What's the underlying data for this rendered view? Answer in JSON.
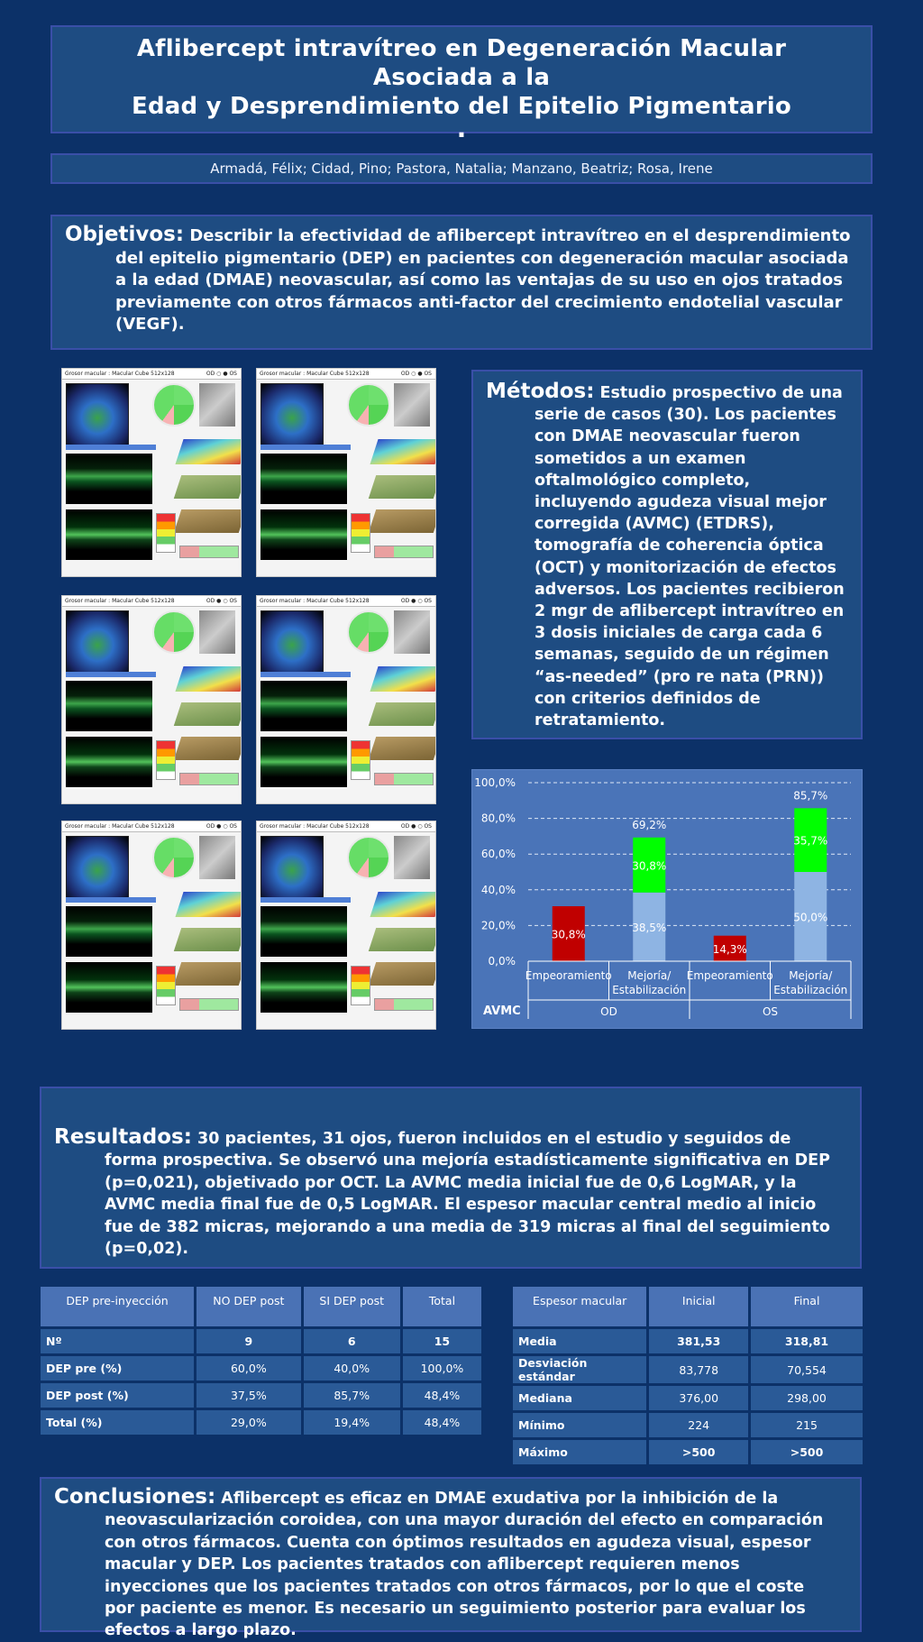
{
  "title": {
    "line1": "Aflibercept intravítreo en Degeneración Macular Asociada a la",
    "line2": "Edad y Desprendimiento del Epitelio Pigmentario",
    "dot": "."
  },
  "authors": "Armadá, Félix; Cidad, Pino; Pastora, Natalia; Manzano, Beatriz; Rosa, Irene",
  "objetivos": {
    "lead": "Objetivos:",
    "text": "Describir la efectividad de aflibercept intravítreo en el desprendimiento del epitelio pigmentario (DEP) en pacientes con degeneración macular asociada a la edad (DMAE) neovascular, así como las ventajas de su uso en ojos tratados previamente con otros fármacos anti-factor del crecimiento endotelial vascular (VEGF)."
  },
  "metodos": {
    "lead": "Métodos:",
    "text": "Estudio prospectivo de una serie de casos (30). Los pacientes con DMAE neovascular fueron sometidos a un examen oftalmológico completo, incluyendo agudeza visual mejor corregida (AVMC) (ETDRS), tomografía de coherencia óptica (OCT) y monitorización de efectos adversos. Los pacientes recibieron 2 mgr de aflibercept intravítreo en 3 dosis iniciales de carga cada 6 semanas, seguido de un régimen “as-needed” (pro re nata (PRN)) con criterios definidos de retratamiento."
  },
  "oct_images": [
    {
      "header": "Grosor macular : Macular Cube 512x128",
      "eye": "OD ○ ● OS"
    },
    {
      "header": "Grosor macular : Macular Cube 512x128",
      "eye": "OD ○ ● OS"
    },
    {
      "header": "Grosor macular : Macular Cube 512x128",
      "eye": "OD ● ○ OS"
    },
    {
      "header": "Grosor macular : Macular Cube 512x128",
      "eye": "OD ● ○ OS"
    },
    {
      "header": "Grosor macular : Macular Cube 512x128",
      "eye": "OD ● ○ OS"
    },
    {
      "header": "Grosor macular : Macular Cube 512x128",
      "eye": "OD ● ○ OS"
    }
  ],
  "chart_data": {
    "type": "bar",
    "stacked": true,
    "ylim": [
      0,
      100
    ],
    "yticks": [
      "0,0%",
      "20,0%",
      "40,0%",
      "60,0%",
      "80,0%",
      "100,0%"
    ],
    "grid": true,
    "axis_corner_label": "AVMC",
    "groups": [
      "OD",
      "OS"
    ],
    "categories": [
      "Empeoramiento",
      "Mejoría/ Estabilización",
      "Empeoramiento",
      "Mejoría/ Estabilización"
    ],
    "bars": [
      {
        "category": "Empeoramiento",
        "group": "OD",
        "segments": [
          {
            "value": 30.8,
            "label": "30,8%",
            "color": "#c00000"
          }
        ],
        "total_label": ""
      },
      {
        "category": "Mejoría/ Estabilización",
        "group": "OD",
        "segments": [
          {
            "value": 38.5,
            "label": "38,5%",
            "color": "#8eb4e3"
          },
          {
            "value": 30.8,
            "label": "30,8%",
            "color": "#00ff00"
          }
        ],
        "total_label": "69,2%"
      },
      {
        "category": "Empeoramiento",
        "group": "OS",
        "segments": [
          {
            "value": 14.3,
            "label": "14,3%",
            "color": "#c00000"
          }
        ],
        "total_label": ""
      },
      {
        "category": "Mejoría/ Estabilización",
        "group": "OS",
        "segments": [
          {
            "value": 50.0,
            "label": "50,0%",
            "color": "#8eb4e3"
          },
          {
            "value": 35.7,
            "label": "35,7%",
            "color": "#00ff00"
          }
        ],
        "total_label": "85,7%"
      }
    ]
  },
  "resultados": {
    "lead": "Resultados:",
    "text": "30 pacientes, 31 ojos, fueron incluidos en el estudio y seguidos de forma prospectiva. Se observó una mejoría estadísticamente significativa en DEP (p=0,021), objetivado por OCT. La AVMC media inicial fue de 0,6 LogMAR, y la AVMC media final fue de 0,5 LogMAR. El espesor macular central medio al inicio fue de 382 micras, mejorando a una media de 319 micras al final del seguimiento (p=0,02)."
  },
  "table1": {
    "headers": [
      "DEP pre-inyección",
      "NO DEP post",
      "SI DEP post",
      "Total"
    ],
    "rows": [
      [
        "Nº",
        "9",
        "6",
        "15"
      ],
      [
        "DEP pre (%)",
        "60,0%",
        "40,0%",
        "100,0%"
      ],
      [
        "DEP post (%)",
        "37,5%",
        "85,7%",
        "48,4%"
      ],
      [
        "Total (%)",
        "29,0%",
        "19,4%",
        "48,4%"
      ]
    ]
  },
  "table2": {
    "headers": [
      "Espesor macular",
      "Inicial",
      "Final"
    ],
    "rows": [
      [
        "Media",
        "381,53",
        "318,81"
      ],
      [
        "Desviación estándar",
        "83,778",
        "70,554"
      ],
      [
        "Mediana",
        "376,00",
        "298,00"
      ],
      [
        "Mínimo",
        "224",
        "215"
      ],
      [
        "Máximo",
        ">500",
        ">500"
      ]
    ]
  },
  "conclusiones": {
    "lead": "Conclusiones:",
    "text": "Aflibercept es eficaz en DMAE exudativa por la inhibición de la neovascularización coroidea, con una mayor duración del efecto en comparación con otros fármacos. Cuenta con óptimos resultados en agudeza visual, espesor macular y DEP. Los pacientes tratados con aflibercept requieren menos inyecciones que los pacientes tratados con otros fármacos, por lo que el coste por paciente es menor. Es necesario un seguimiento posterior para evaluar los efectos a largo plazo."
  }
}
